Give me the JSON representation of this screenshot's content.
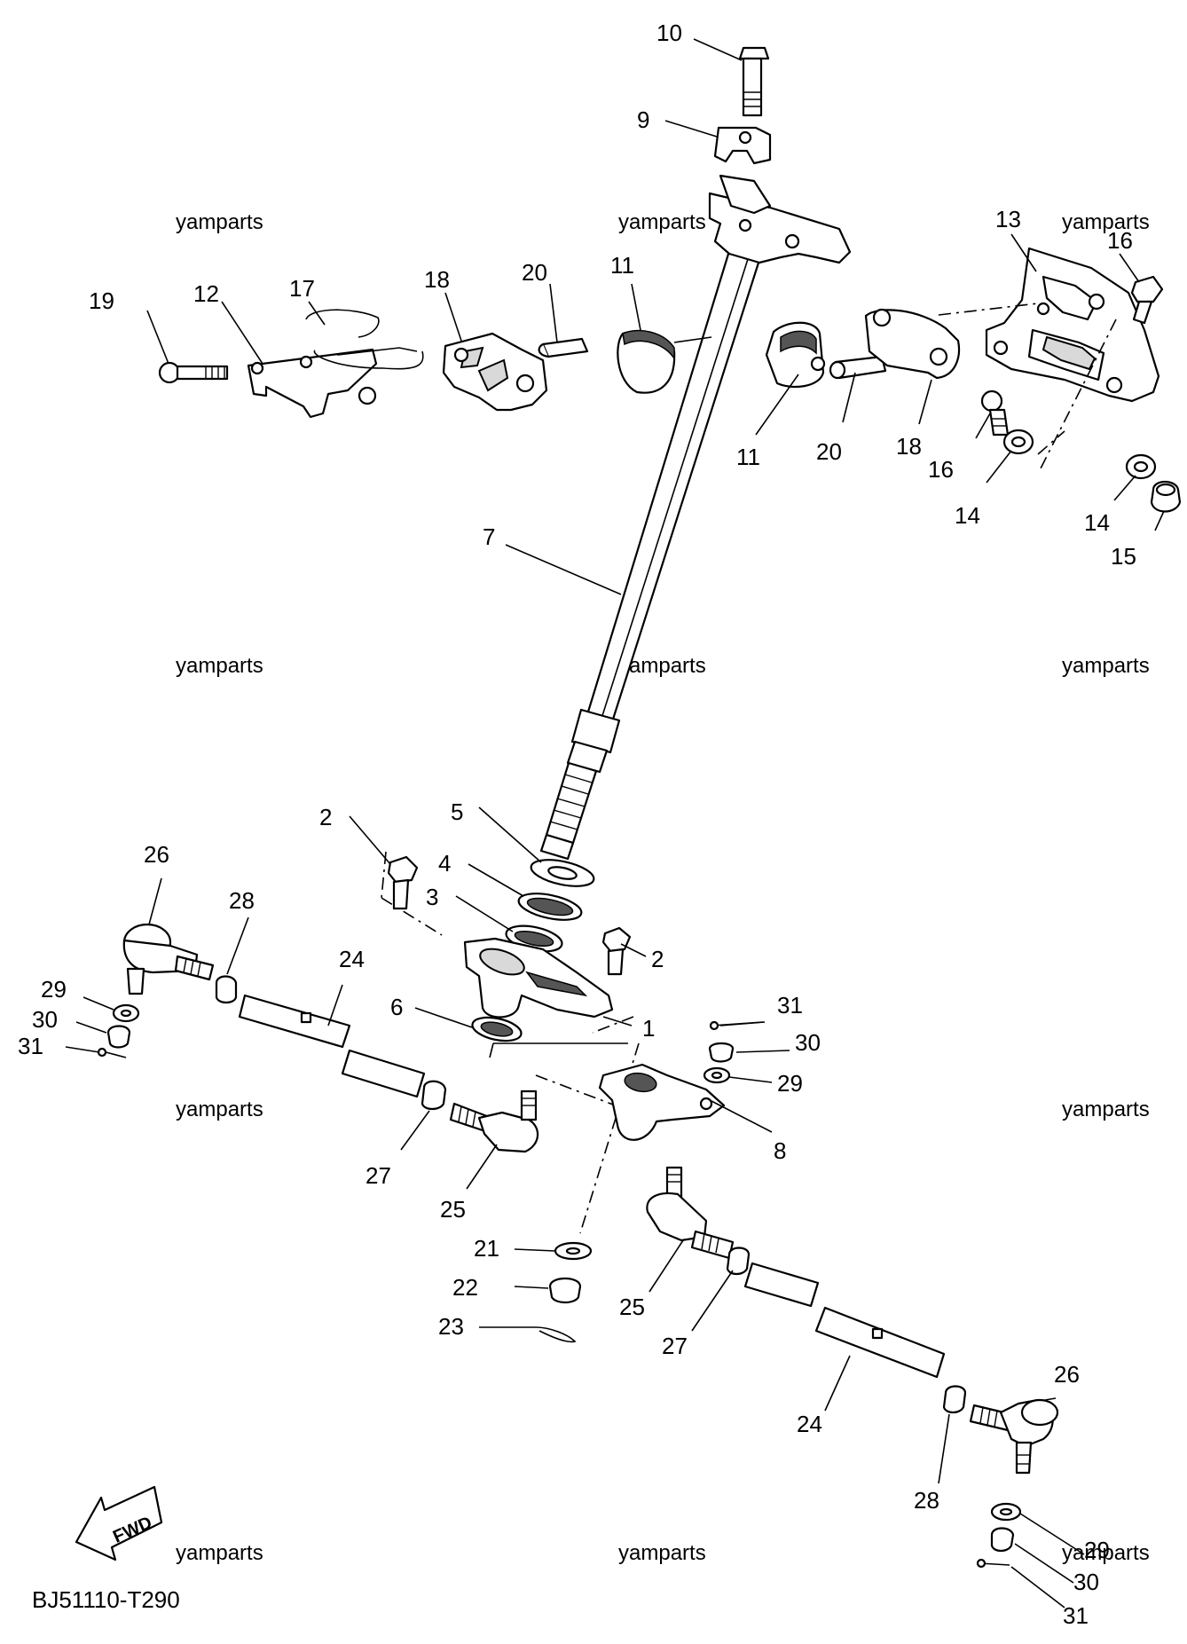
{
  "diagram": {
    "code": "BJ51110-T290",
    "watermark": "yamparts",
    "fwd_label": "FWD",
    "callouts": {
      "c1": "1",
      "c2a": "2",
      "c2b": "2",
      "c3": "3",
      "c4": "4",
      "c5": "5",
      "c6": "6",
      "c7": "7",
      "c8": "8",
      "c9": "9",
      "c10": "10",
      "c11a": "11",
      "c11b": "11",
      "c12": "12",
      "c13": "13",
      "c14a": "14",
      "c14b": "14",
      "c15": "15",
      "c16a": "16",
      "c16b": "16",
      "c17": "17",
      "c18a": "18",
      "c18b": "18",
      "c19": "19",
      "c20a": "20",
      "c20b": "20",
      "c21": "21",
      "c22": "22",
      "c23": "23",
      "c24a": "24",
      "c24b": "24",
      "c25a": "25",
      "c25b": "25",
      "c26a": "26",
      "c26b": "26",
      "c27a": "27",
      "c27b": "27",
      "c28a": "28",
      "c28b": "28",
      "c29a": "29",
      "c29b": "29",
      "c29c": "29",
      "c30a": "30",
      "c30b": "30",
      "c30c": "30",
      "c31a": "31",
      "c31b": "31",
      "c31c": "31"
    }
  }
}
